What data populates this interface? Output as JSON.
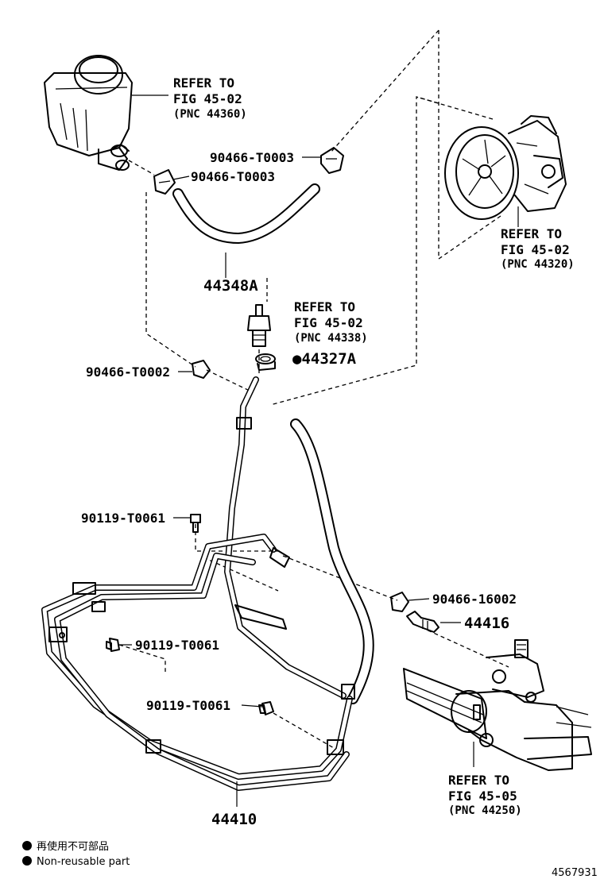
{
  "labels": {
    "reservoir_ref": [
      "REFER TO",
      "FIG 45-02",
      "(PNC 44360)"
    ],
    "pump_ref": [
      "REFER TO",
      "FIG 45-02",
      "(PNC 44320)"
    ],
    "valve_ref": [
      "REFER TO",
      "FIG 45-02",
      "(PNC 44338)"
    ],
    "gear_ref": [
      "REFER TO",
      "FIG 45-05",
      "(PNC 44250)"
    ],
    "clip_pump": "90466-T0003",
    "clip_reservoir": "90466-T0003",
    "hose_return": "44348A",
    "gasket": "●44327A",
    "clip_pressure": "90466-T0002",
    "bolt_top": "90119-T0061",
    "clip_16002": "90466-16002",
    "union": "44416",
    "bolt_mid": "90119-T0061",
    "bolt_low": "90119-T0061",
    "tube_assy": "44410"
  },
  "legend": {
    "line_jp": "再使用不可部品",
    "line_en": "Non-reusable part"
  },
  "figure_id": "4567931"
}
